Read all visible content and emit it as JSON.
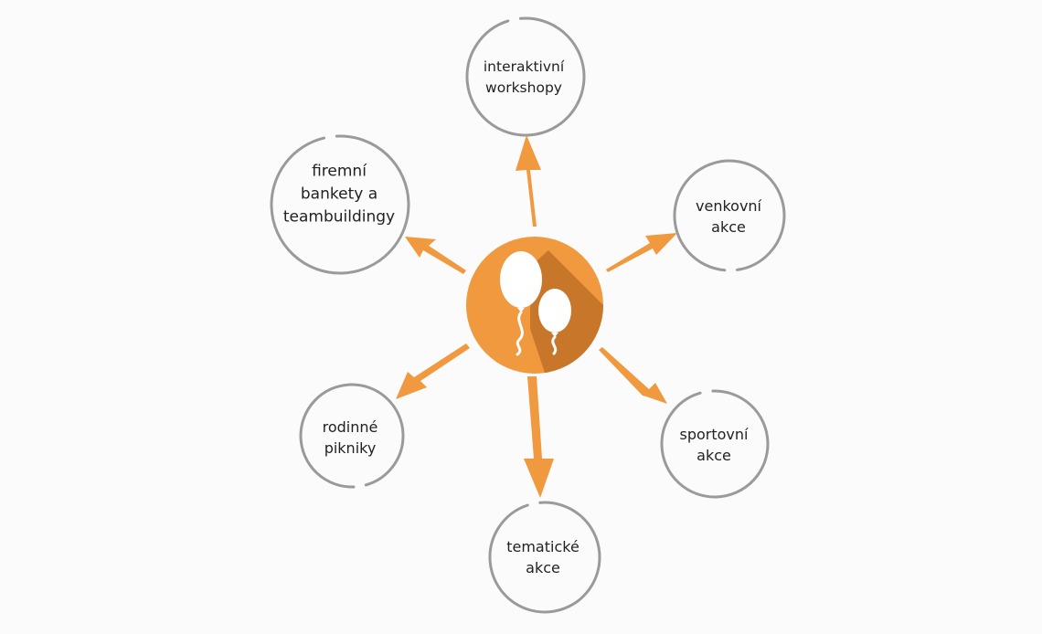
{
  "colors": {
    "background": "#fbfbfb",
    "accent": "#f0993e",
    "accent_shadow": "#c8772a",
    "ring": "#9a9a9a",
    "text": "#222222"
  },
  "center": {
    "icon": "balloons-icon"
  },
  "nodes": {
    "workshops": {
      "line1": "interaktivní",
      "line2": "workshopy"
    },
    "outdoor": {
      "line1": "venkovní",
      "line2": "akce"
    },
    "sports": {
      "line1": "sportovní",
      "line2": "akce"
    },
    "themed": {
      "line1": "tematické",
      "line2": "akce"
    },
    "family": {
      "line1": "rodinné",
      "line2": "pikniky"
    },
    "banquets": {
      "line1": "firemní",
      "line2": "bankety a",
      "line3": "teambuildingy"
    }
  }
}
